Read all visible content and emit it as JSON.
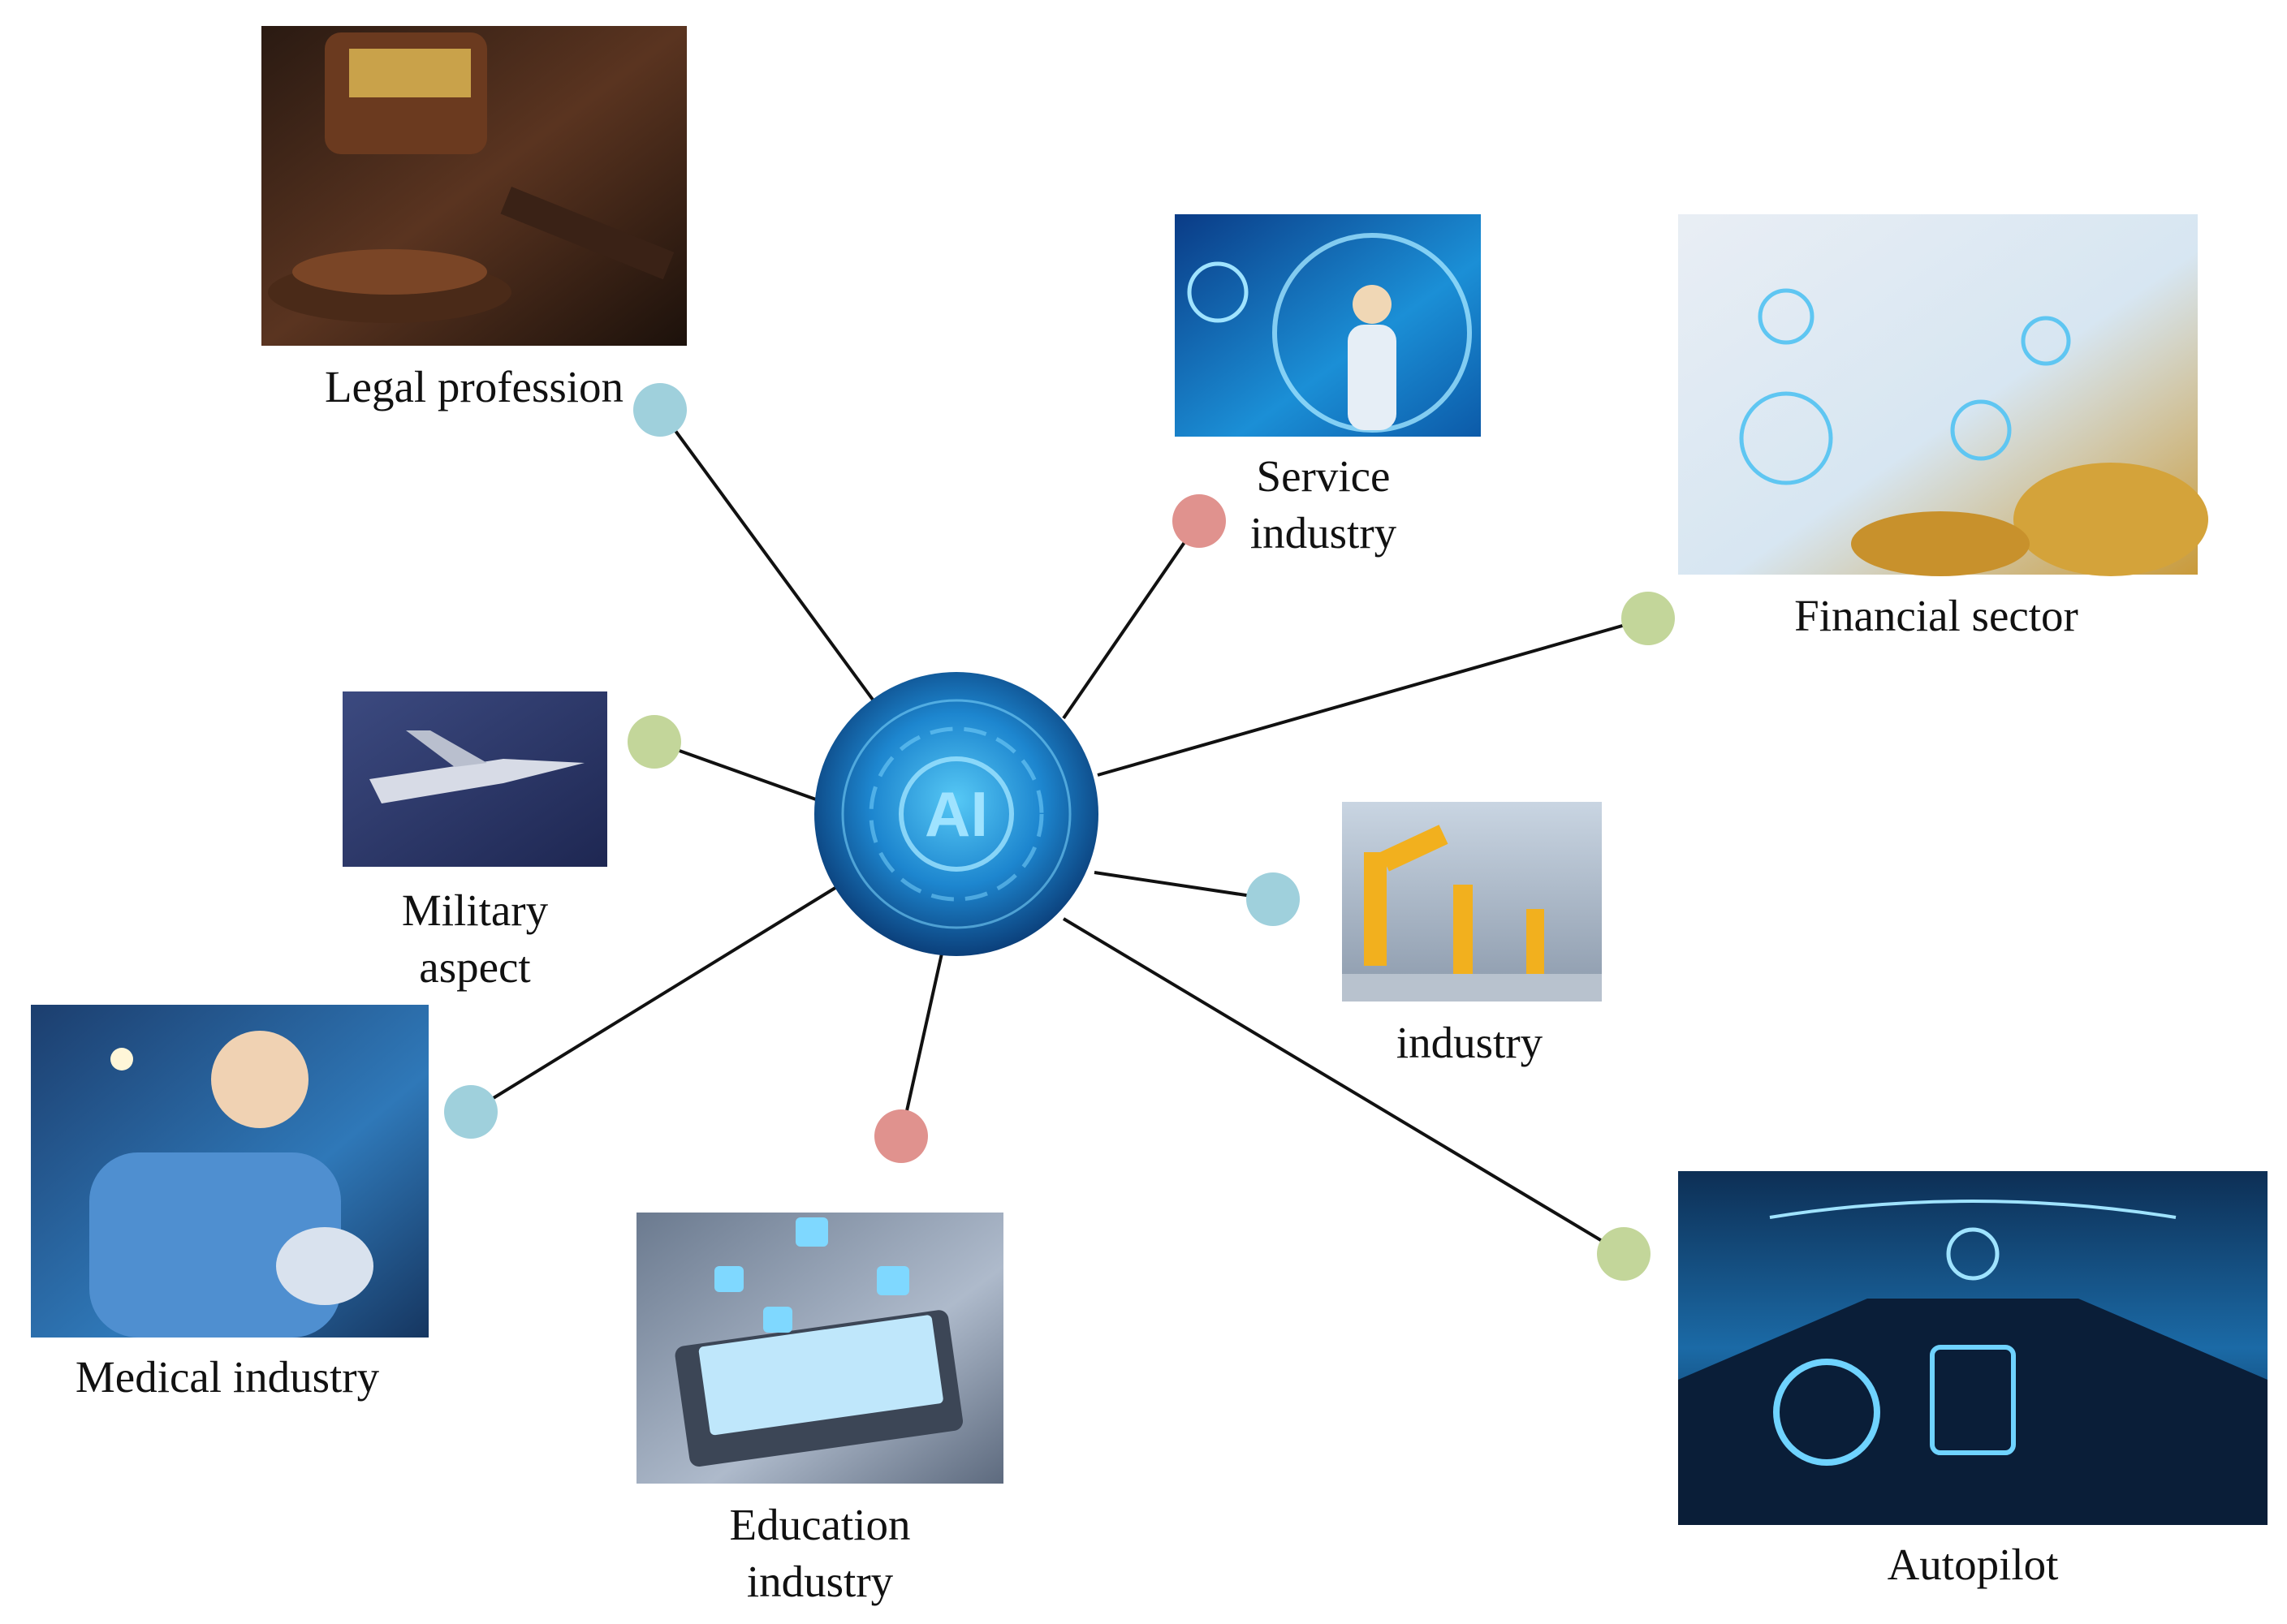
{
  "hub": {
    "text": "AI"
  },
  "nodes": [
    {
      "id": "legal",
      "lines": [
        "Legal profession"
      ],
      "dot_color": "#9fd0dc"
    },
    {
      "id": "service",
      "lines": [
        "Service",
        "industry"
      ],
      "dot_color": "#e0928e"
    },
    {
      "id": "financial",
      "lines": [
        "Financial sector"
      ],
      "dot_color": "#c3d69a"
    },
    {
      "id": "military",
      "lines": [
        "Military",
        "aspect"
      ],
      "dot_color": "#c3d69a"
    },
    {
      "id": "industry",
      "lines": [
        "industry"
      ],
      "dot_color": "#9fd0dc"
    },
    {
      "id": "medical",
      "lines": [
        "Medical industry"
      ],
      "dot_color": "#9fd0dc"
    },
    {
      "id": "education",
      "lines": [
        "Education",
        "industry"
      ],
      "dot_color": "#e0928e"
    },
    {
      "id": "autopilot",
      "lines": [
        "Autopilot"
      ],
      "dot_color": "#c3d69a"
    }
  ],
  "colors": {
    "connector": "#111111",
    "hub_outer": "#0b4f8f",
    "hub_inner": "#3fb7ee",
    "hub_text": "#9fe3ff"
  }
}
